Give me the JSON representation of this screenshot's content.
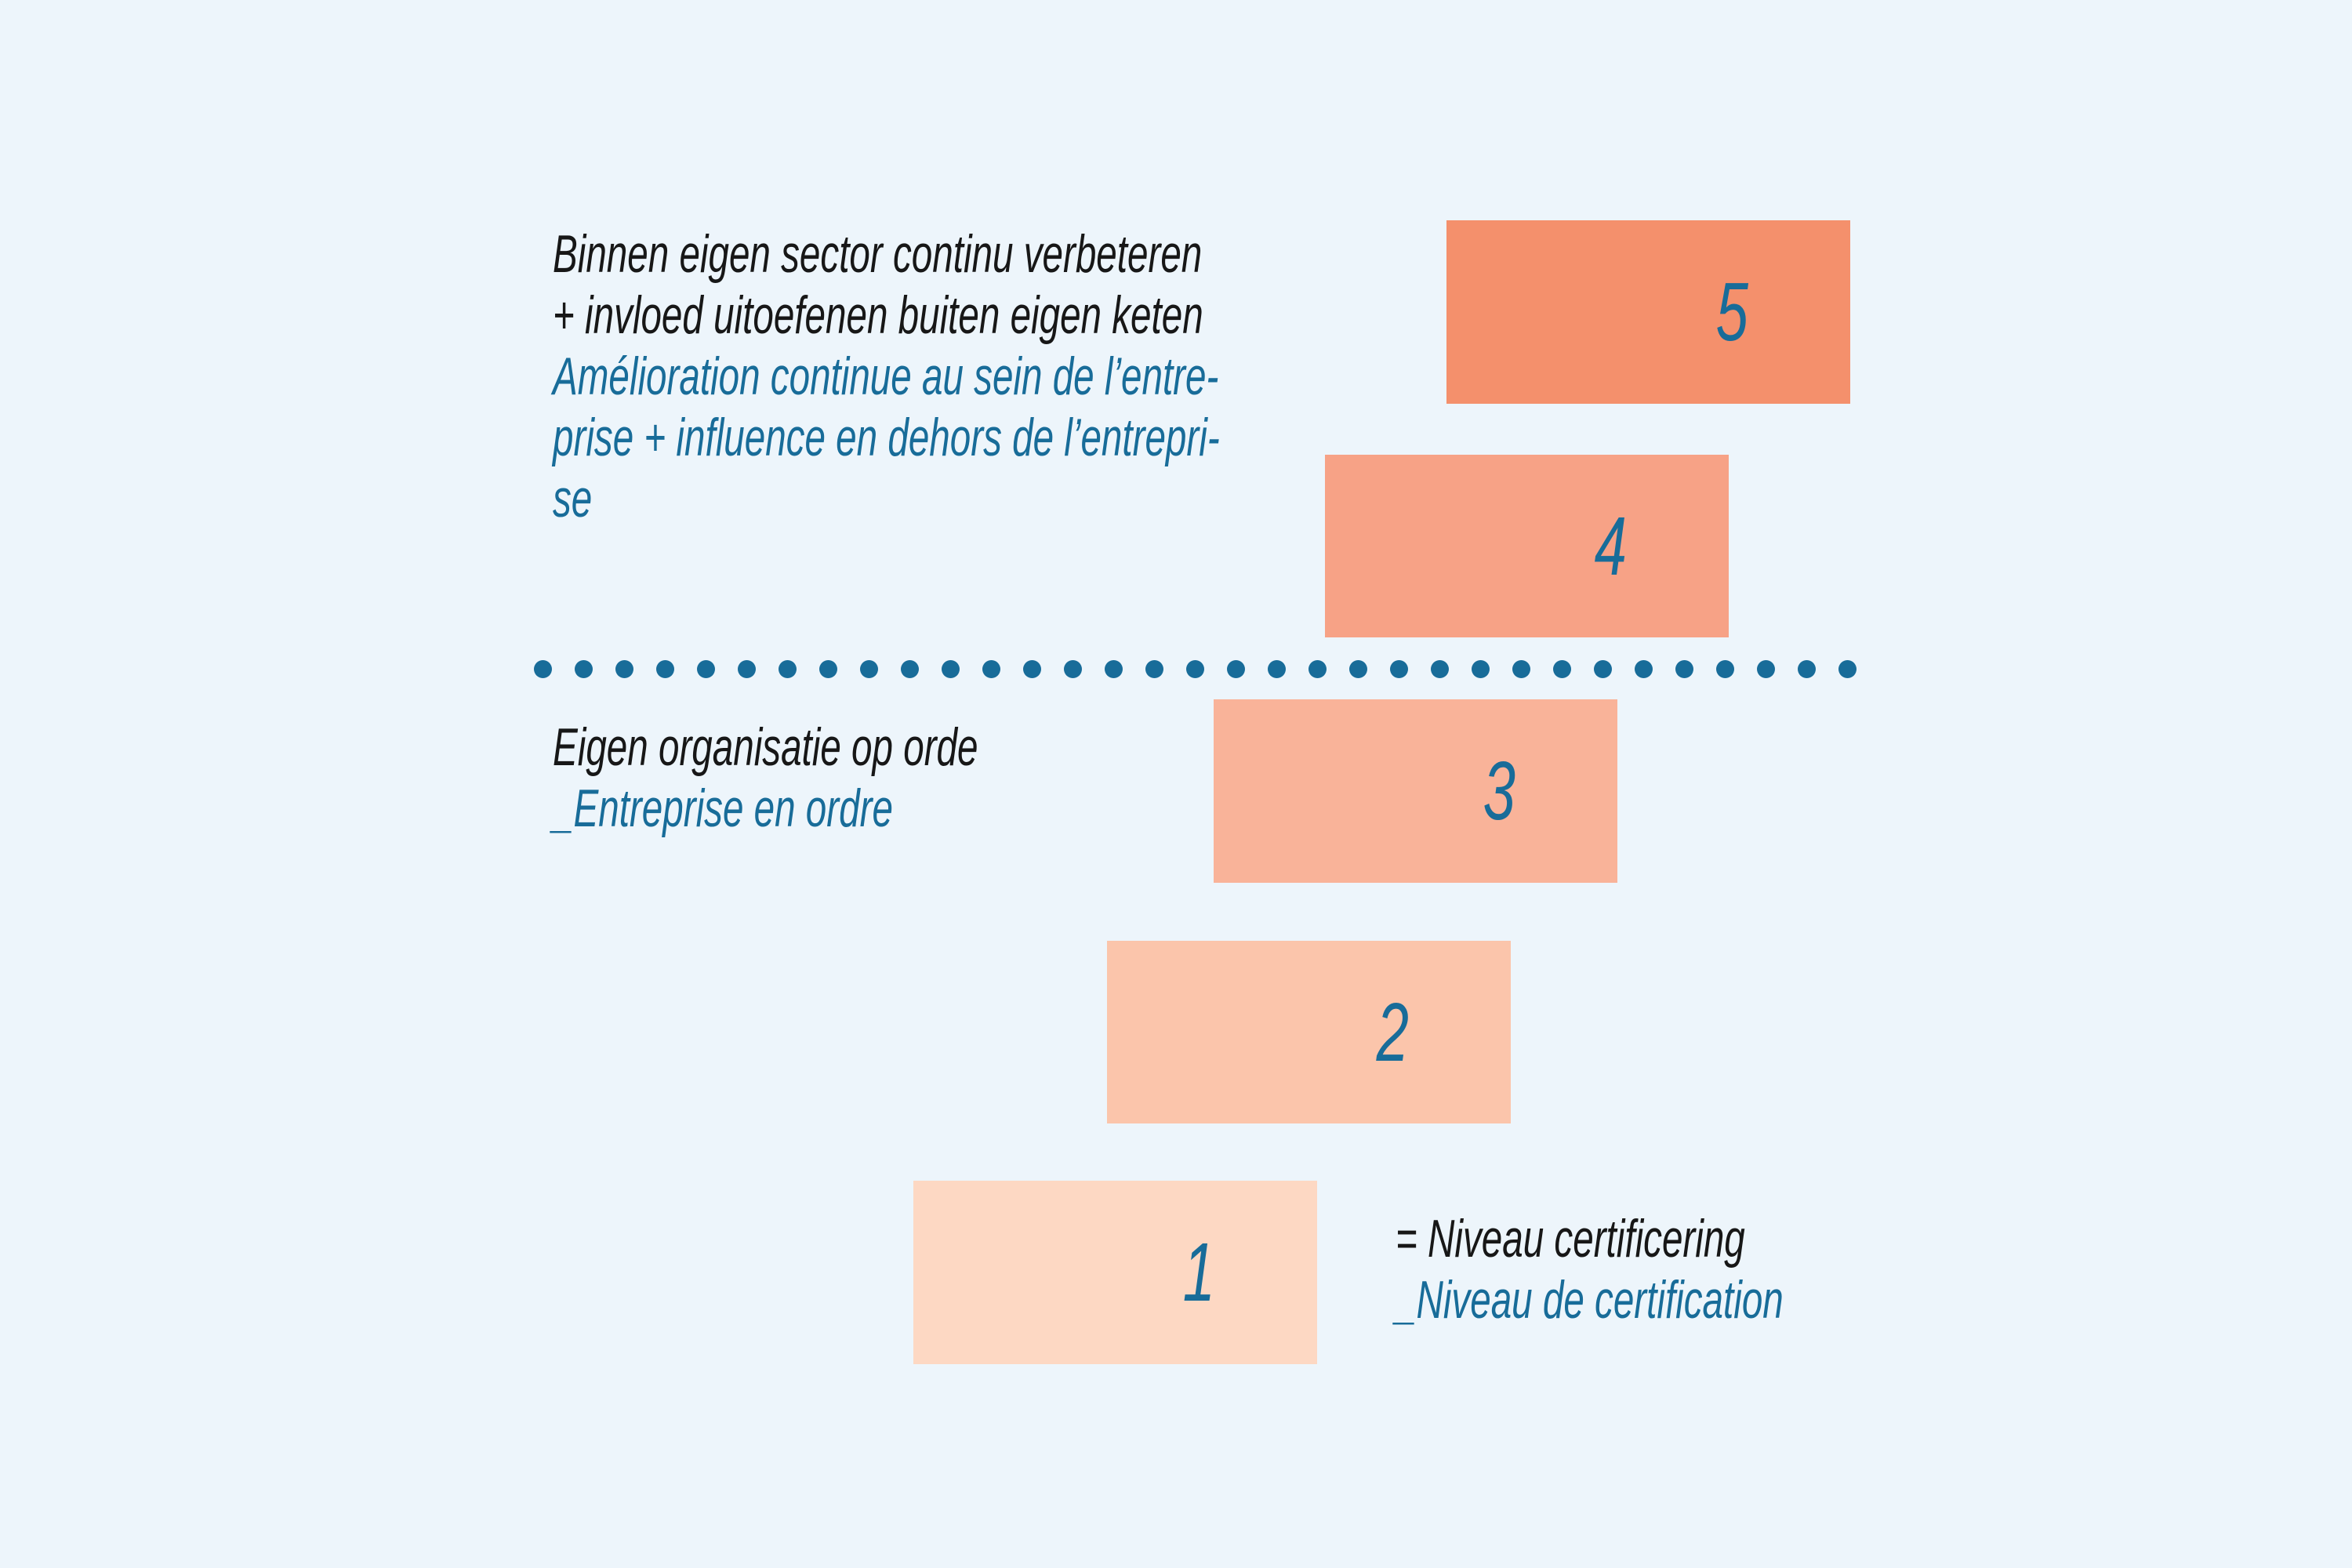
{
  "canvas": {
    "background": "#edf5fb"
  },
  "palette": {
    "accent_blue": "#186c99",
    "ink": "#171717"
  },
  "caption_top": {
    "nl": [
      "Binnen eigen sector continu verbeteren",
      "+ invloed uitoefenen buiten eigen keten"
    ],
    "fr": [
      "Amélioration continue au sein de l’entre-",
      "prise + influence en dehors de l’entrepri-",
      "se"
    ]
  },
  "caption_middle": {
    "nl": [
      "Eigen organisatie op orde"
    ],
    "fr": [
      "_Entreprise en ordre"
    ]
  },
  "legend": {
    "nl": [
      "= Niveau certificering"
    ],
    "fr": [
      "_Niveau de certification"
    ]
  },
  "ladder": {
    "number_color": "#186c99",
    "steps": [
      {
        "level": "5",
        "color": "#f4906c"
      },
      {
        "level": "4",
        "color": "#f7a286"
      },
      {
        "level": "3",
        "color": "#f9b399"
      },
      {
        "level": "2",
        "color": "#fbc5ab"
      },
      {
        "level": "1",
        "color": "#fdd8c3"
      }
    ]
  },
  "divider": {
    "dot_count": 33,
    "color": "#186c99"
  }
}
